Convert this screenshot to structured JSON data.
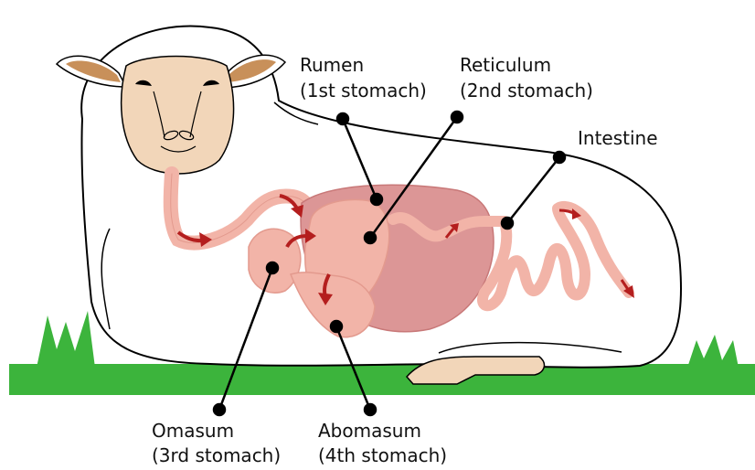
{
  "labels": {
    "rumen": {
      "name": "Rumen",
      "sub": "(1st stomach)"
    },
    "reticulum": {
      "name": "Reticulum",
      "sub": "(2nd stomach)"
    },
    "intestine": {
      "name": "Intestine"
    },
    "omasum": {
      "name": "Omasum",
      "sub": "(3rd stomach)"
    },
    "abomasum": {
      "name": "Abomasum",
      "sub": "(4th stomach)"
    }
  },
  "colors": {
    "grass": "#3cb43c",
    "wool": "#ffffff",
    "outline": "#000000",
    "face": "#f2d6b9",
    "digestive_tract": "#f2b4a8",
    "rumen_dark": "#dc9696",
    "arrow": "#b41e1e",
    "ear_inner": "#c8905a"
  }
}
